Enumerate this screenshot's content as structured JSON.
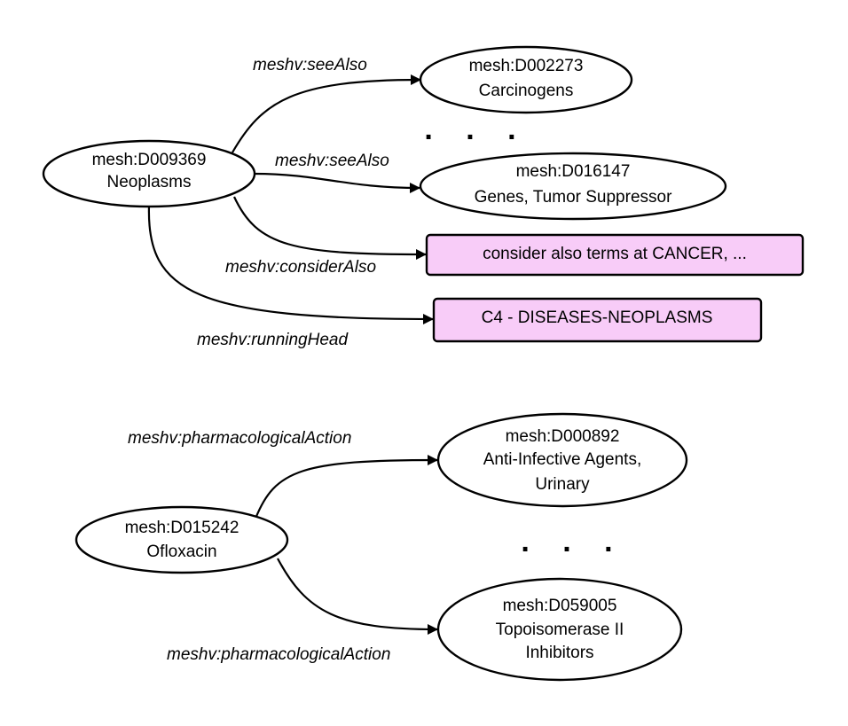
{
  "diagram1": {
    "source": {
      "id": "mesh:D009369",
      "label": "Neoplasms"
    },
    "targets": [
      {
        "id": "mesh:D002273",
        "label": "Carcinogens"
      },
      {
        "id": "mesh:D016147",
        "label": "Genes, Tumor Suppressor"
      }
    ],
    "literals": [
      "consider also terms at CANCER, ...",
      "C4 - DISEASES-NEOPLASMS"
    ],
    "edges": [
      "meshv:seeAlso",
      "meshv:seeAlso",
      "meshv:considerAlso",
      "meshv:runningHead"
    ],
    "ellipsis": ". . ."
  },
  "diagram2": {
    "source": {
      "id": "mesh:D015242",
      "label": "Ofloxacin"
    },
    "targets": [
      {
        "id": "mesh:D000892",
        "line1": "Anti-Infective Agents,",
        "line2": "Urinary"
      },
      {
        "id": "mesh:D059005",
        "line1": "Topoisomerase II",
        "line2": "Inhibitors"
      }
    ],
    "edges": [
      "meshv:pharmacologicalAction",
      "meshv:pharmacologicalAction"
    ],
    "ellipsis": ". . ."
  }
}
